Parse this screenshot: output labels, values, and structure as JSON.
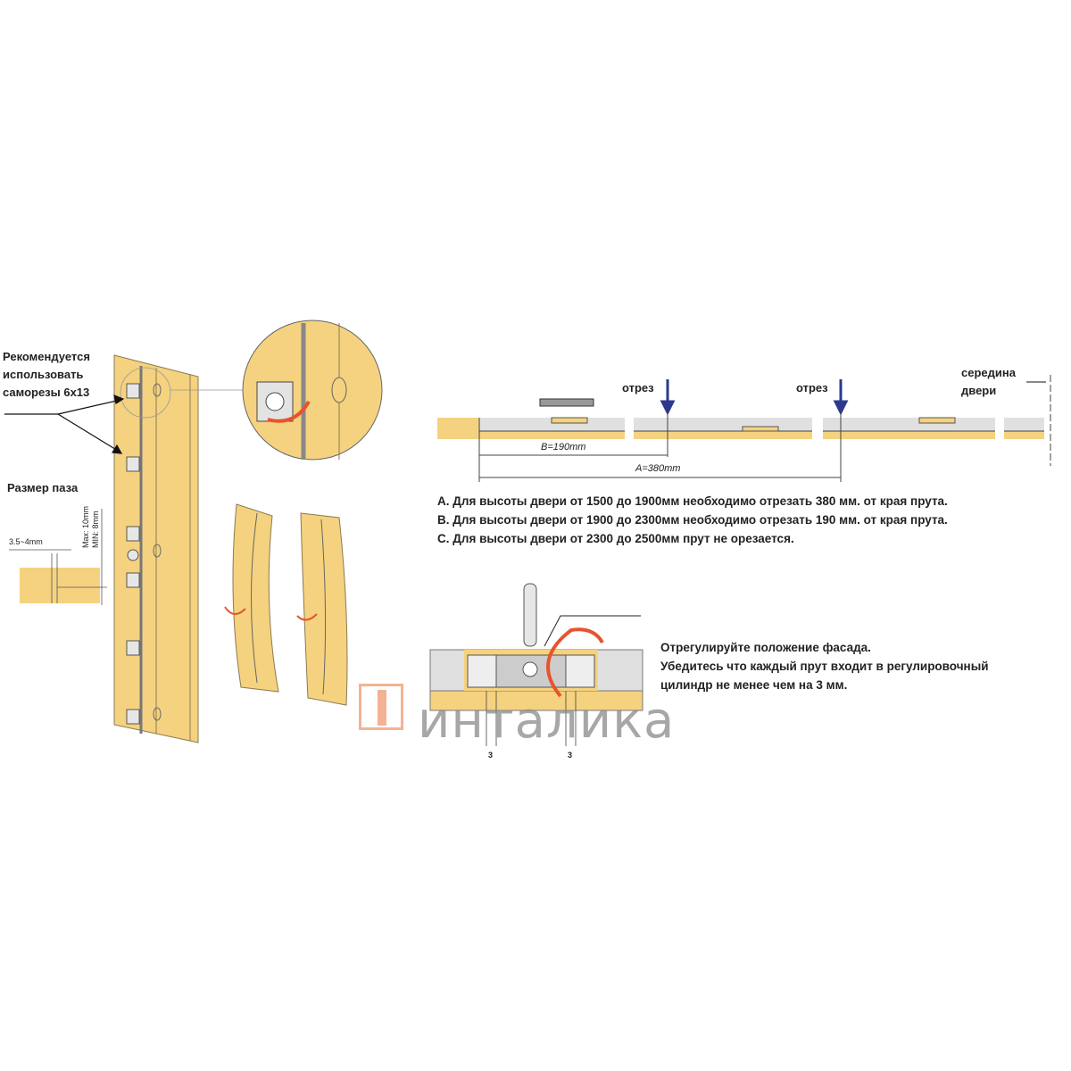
{
  "left_panel": {
    "screws_note": [
      "Рекомендуется",
      "использовать",
      "саморезы 6х13"
    ],
    "groove_title": "Размер паза",
    "groove_width": "3.5~4mm",
    "groove_depth_max": "Max: 10mm",
    "groove_depth_min": "MIN: 8mm"
  },
  "rail_diagram": {
    "cut_label_1": "отрез",
    "cut_label_2": "отрез",
    "door_middle": [
      "середина",
      "двери"
    ],
    "dim_b": "B=190mm",
    "dim_a": "A=380mm"
  },
  "instructions": [
    "A. Для высоты двери от 1500 до 1900мм необходимо отрезать 380 мм. от края прута.",
    "B. Для высоты двери от 1900 до 2300мм необходимо отрезать 190 мм. от края прута.",
    "C. Для высоты двери от 2300 до 2500мм прут не орезается."
  ],
  "adjustment": {
    "lines": [
      "Отрегулируйте положение фасада.",
      "Убедитесь что каждый прут входит в регулировочный",
      "цилиндр не менее чем на 3 мм."
    ],
    "dim_left": "3",
    "dim_right": "3"
  },
  "watermark": "интaлика",
  "colors": {
    "wood": "#f5d27f",
    "steel": "#d9d9d9",
    "arrow_red": "#e8532d",
    "arrow_blue": "#2b3a8c"
  }
}
